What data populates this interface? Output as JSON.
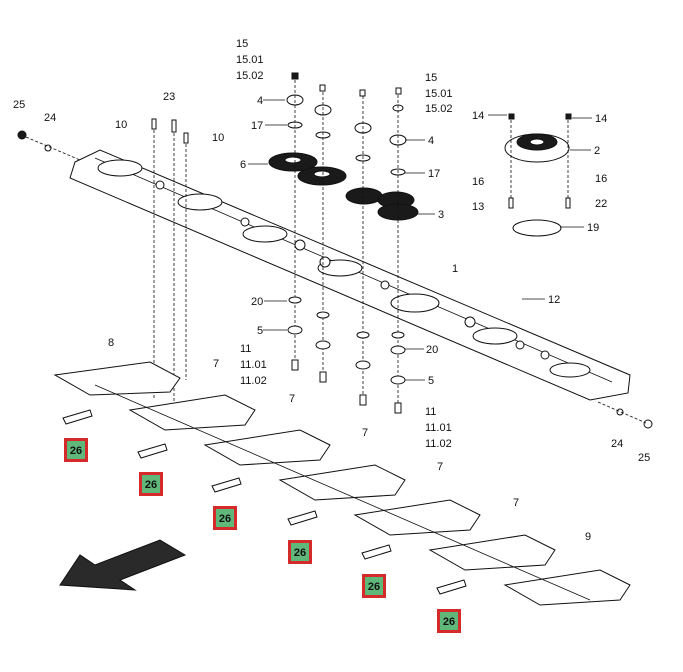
{
  "callouts": [
    {
      "id": "c25a",
      "text": "25"
    },
    {
      "id": "c24a",
      "text": "24"
    },
    {
      "id": "c10a",
      "text": "10"
    },
    {
      "id": "c23",
      "text": "23"
    },
    {
      "id": "c10b",
      "text": "10"
    },
    {
      "id": "c15a",
      "text": "15"
    },
    {
      "id": "c1501a",
      "text": "15.01"
    },
    {
      "id": "c1502a",
      "text": "15.02"
    },
    {
      "id": "c4a",
      "text": "4"
    },
    {
      "id": "c17a",
      "text": "17"
    },
    {
      "id": "c6",
      "text": "6"
    },
    {
      "id": "c15b",
      "text": "15"
    },
    {
      "id": "c1501b",
      "text": "15.01"
    },
    {
      "id": "c1502b",
      "text": "15.02"
    },
    {
      "id": "c4b",
      "text": "4"
    },
    {
      "id": "c17b",
      "text": "17"
    },
    {
      "id": "c3",
      "text": "3"
    },
    {
      "id": "c14a",
      "text": "14"
    },
    {
      "id": "c14b",
      "text": "14"
    },
    {
      "id": "c2",
      "text": "2"
    },
    {
      "id": "c16a",
      "text": "16"
    },
    {
      "id": "c16b",
      "text": "16"
    },
    {
      "id": "c13",
      "text": "13"
    },
    {
      "id": "c22",
      "text": "22"
    },
    {
      "id": "c19",
      "text": "19"
    },
    {
      "id": "c1",
      "text": "1"
    },
    {
      "id": "c12",
      "text": "12"
    },
    {
      "id": "c20a",
      "text": "20"
    },
    {
      "id": "c5a",
      "text": "5"
    },
    {
      "id": "c11a",
      "text": "11"
    },
    {
      "id": "c1101a",
      "text": "11.01"
    },
    {
      "id": "c1102a",
      "text": "11.02"
    },
    {
      "id": "c20b",
      "text": "20"
    },
    {
      "id": "c5b",
      "text": "5"
    },
    {
      "id": "c11b",
      "text": "11"
    },
    {
      "id": "c1101b",
      "text": "11.01"
    },
    {
      "id": "c1102b",
      "text": "11.02"
    },
    {
      "id": "c24b",
      "text": "24"
    },
    {
      "id": "c25b",
      "text": "25"
    },
    {
      "id": "c8",
      "text": "8"
    },
    {
      "id": "c7a",
      "text": "7"
    },
    {
      "id": "c7b",
      "text": "7"
    },
    {
      "id": "c7c",
      "text": "7"
    },
    {
      "id": "c7d",
      "text": "7"
    },
    {
      "id": "c7e",
      "text": "7"
    },
    {
      "id": "c9",
      "text": "9"
    }
  ],
  "highlighted_badges": [
    {
      "id": "b1",
      "text": "26"
    },
    {
      "id": "b2",
      "text": "26"
    },
    {
      "id": "b3",
      "text": "26"
    },
    {
      "id": "b4",
      "text": "26"
    },
    {
      "id": "b5",
      "text": "26"
    },
    {
      "id": "b6",
      "text": "26"
    }
  ],
  "colors": {
    "badge_fill": "#5fb87a",
    "badge_border": "#d42a2a",
    "ink": "#111111"
  }
}
